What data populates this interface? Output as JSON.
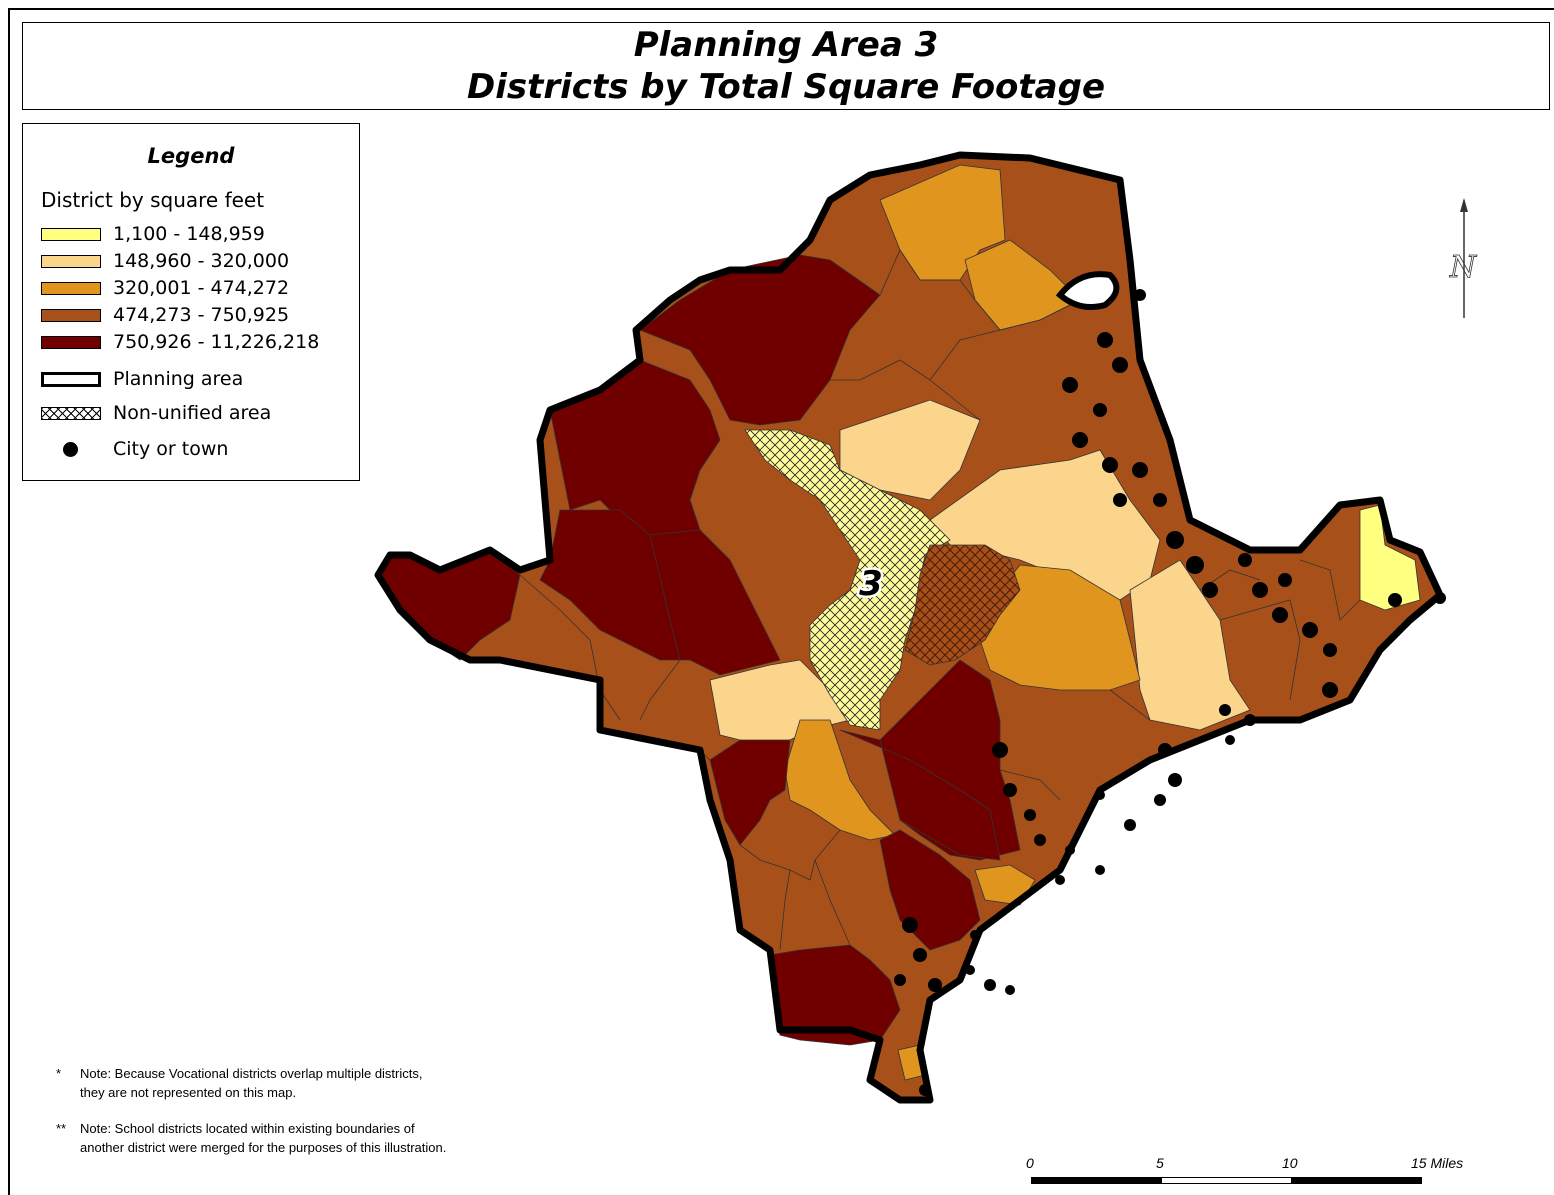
{
  "title": {
    "line1": "Planning Area 3",
    "line2": "Districts by Total Square Footage"
  },
  "legend": {
    "title": "Legend",
    "subtitle": "District by square feet",
    "classes": [
      {
        "label": "1,100 - 148,959",
        "color": "#ffff80"
      },
      {
        "label": "148,960 - 320,000",
        "color": "#fcd58c"
      },
      {
        "label": "320,001 - 474,272",
        "color": "#e0961e"
      },
      {
        "label": "474,273 - 750,925",
        "color": "#a8501a"
      },
      {
        "label": "750,926 - 11,226,218",
        "color": "#700000"
      }
    ],
    "planning_area_label": "Planning area",
    "non_unified_label": "Non-unified area",
    "city_label": "City or town"
  },
  "map": {
    "area_label": "3",
    "north_symbol": "N"
  },
  "notes": [
    {
      "mark": "*",
      "lines": [
        "Note: Because Vocational districts overlap multiple districts,",
        "they are not represented on this map."
      ]
    },
    {
      "mark": "**",
      "lines": [
        "Note: School districts located within existing boundaries of",
        "another district were merged for the purposes of this illustration."
      ]
    }
  ],
  "scale": {
    "ticks": [
      "0",
      "5",
      "10",
      "15 Miles"
    ]
  }
}
